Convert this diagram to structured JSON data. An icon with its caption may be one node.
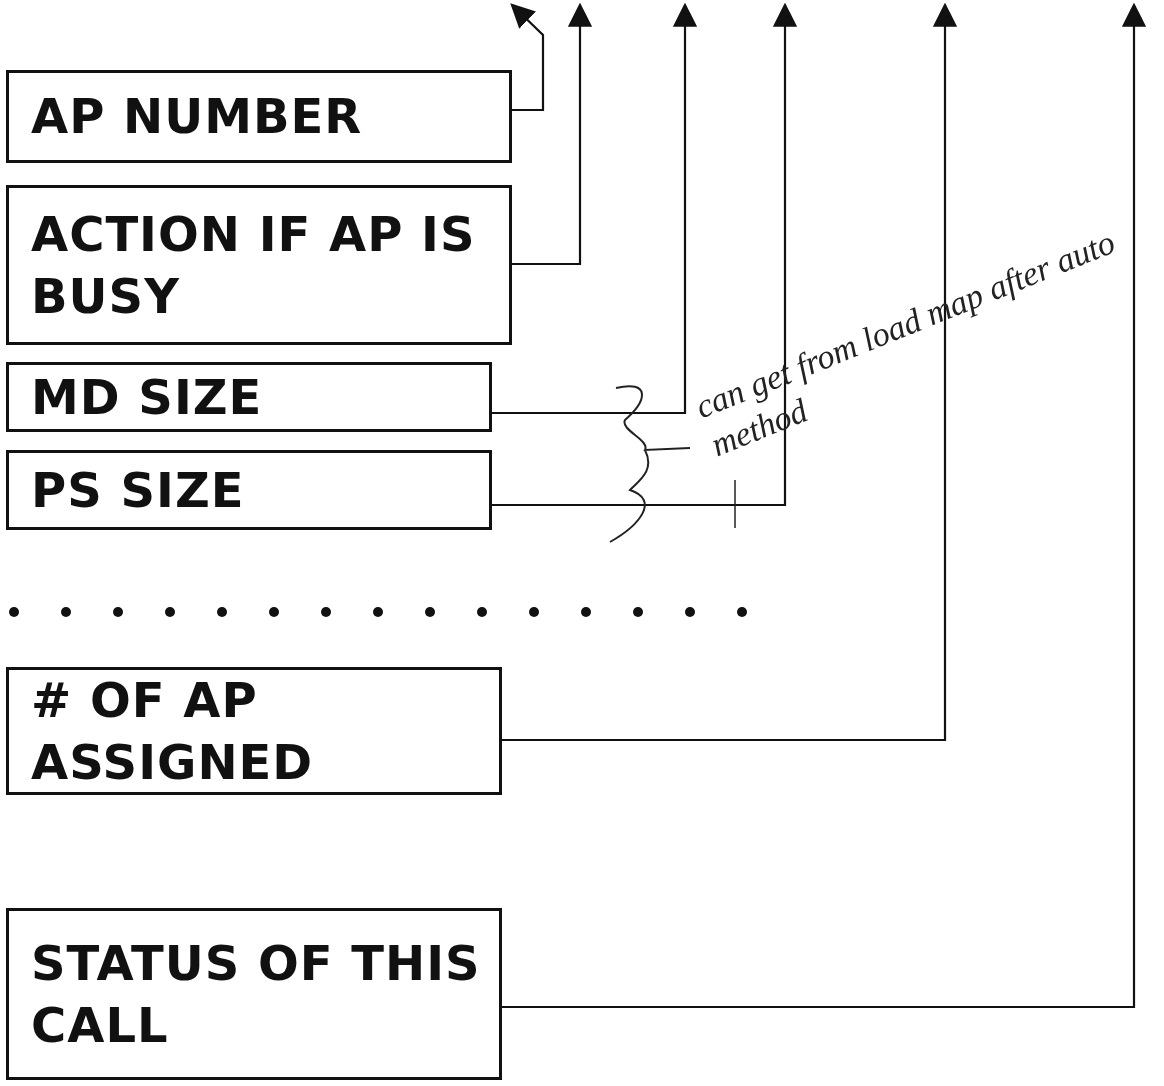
{
  "diagram": {
    "nodes": [
      {
        "text": [
          "AP NUMBER"
        ]
      },
      {
        "text": [
          "ACTION IF AP IS BUSY"
        ]
      },
      {
        "text": [
          "MD SIZE"
        ]
      },
      {
        "text": [
          "PS SIZE"
        ]
      },
      {
        "text": [
          "# OF AP ASSIGNED"
        ]
      },
      {
        "text": [
          "STATUS OF THIS CALL"
        ]
      }
    ],
    "edges": [
      {
        "from": 0,
        "to": null,
        "arrow": "to"
      },
      {
        "from": 1,
        "to": null,
        "arrow": "to"
      },
      {
        "from": 2,
        "to": null,
        "arrow": "to"
      },
      {
        "from": 3,
        "to": null,
        "arrow": "to"
      },
      {
        "from": 4,
        "to": null,
        "arrow": "to"
      },
      {
        "from": 5,
        "to": null,
        "arrow": "to"
      }
    ],
    "labels": [
      "can get from load map after auto method"
    ]
  }
}
